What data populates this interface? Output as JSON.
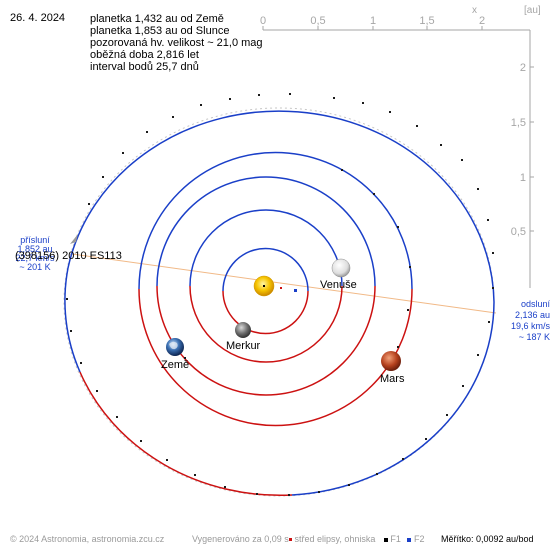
{
  "header": {
    "date": "26. 4. 2024",
    "info_lines": [
      "planetka 1,432 au od Země",
      "planetka 1,853 au od Slunce",
      "pozorovaná hv. velikost ~ 21,0 mag",
      "oběžná doba 2,816 let",
      "interval bodů 25,7 dnů"
    ]
  },
  "axes": {
    "top_ticks": [
      "0",
      "0,5",
      "1",
      "1,5",
      "2"
    ],
    "right_ticks": [
      "2",
      "1,5",
      "1",
      "0,5"
    ],
    "x_label": "x",
    "unit_label": "[au]"
  },
  "asteroid": {
    "name": "(398156) 2010 ES113",
    "perihelion": {
      "title": "přísluní",
      "distance": "1,852 au",
      "speed": "22,7 km/s",
      "temp": "~ 201 K"
    },
    "aphelion": {
      "title": "odsluní",
      "distance": "2,136 au",
      "speed": "19,6 km/s",
      "temp": "~ 187 K"
    }
  },
  "planets": {
    "mercury": "Merkur",
    "venus": "Venuše",
    "earth": "Země",
    "mars": "Mars"
  },
  "footer": {
    "copyright": "© 2024 Astronomia, astronomia.zcu.cz",
    "generated": "Vygenerováno za 0,09 s",
    "legend_center": "střed elipsy, ohniska",
    "legend_f1": "F1",
    "legend_f2": "F2",
    "scale": "Měřítko: 0,0092 au/bod"
  },
  "colors": {
    "background": "#ffffff",
    "orbit_blue": "#1a3fc8",
    "orbit_red": "#cc1111",
    "asteroid_orbit": "#c6c6c6",
    "apsis_line": "#f1b987",
    "label_blue": "#1a3fc8",
    "axis_gray": "#a6a6a6"
  }
}
